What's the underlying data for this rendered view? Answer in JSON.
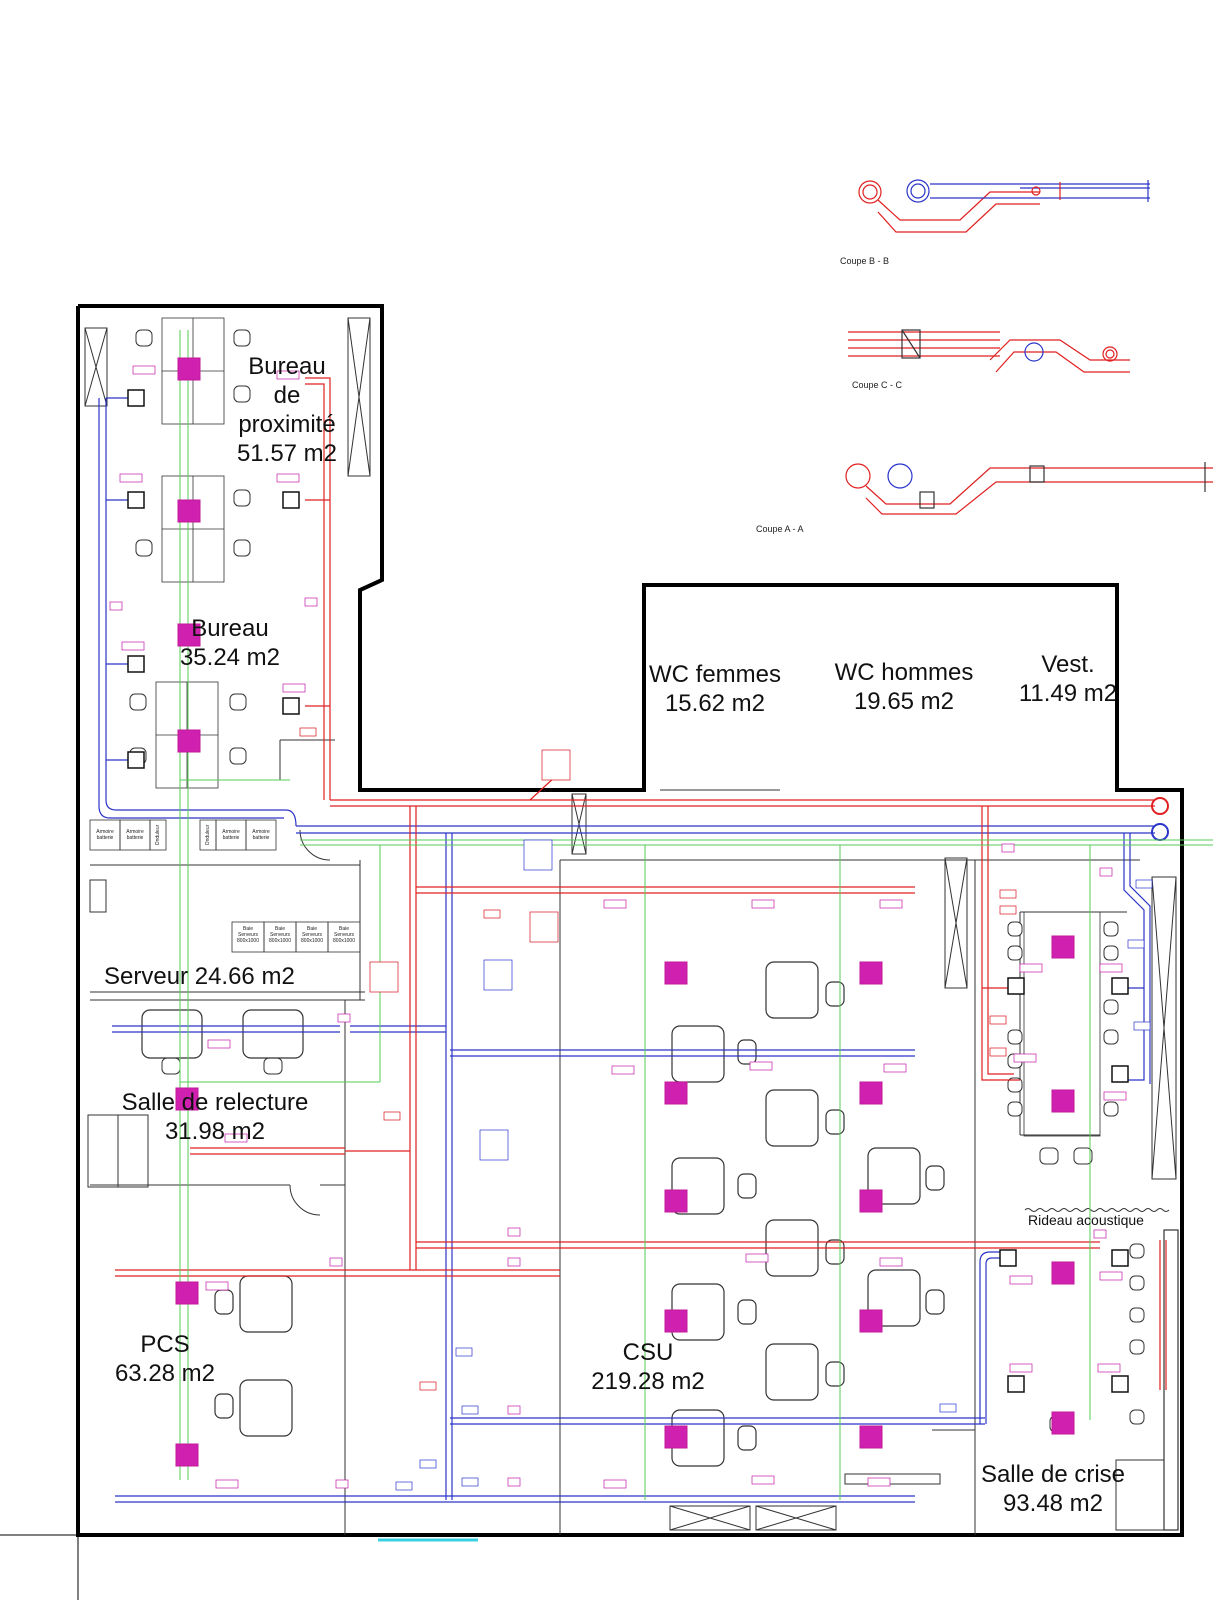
{
  "colors": {
    "wall": "#000000",
    "supply_duct": "#2b35c8",
    "return_duct": "#e02020",
    "network": "#55cc55",
    "diffuser": "#d020b0",
    "furniture": "#333333"
  },
  "sections": {
    "bb": "Coupe B - B",
    "cc": "Coupe C - C",
    "aa": "Coupe A - A"
  },
  "rooms": {
    "bureau_proximite": {
      "name": "Bureau\nde\nproximité",
      "area": "51.57 m2"
    },
    "bureau": {
      "name": "Bureau",
      "area": "35.24 m2"
    },
    "wc_femmes": {
      "name": "WC femmes",
      "area": "15.62 m2"
    },
    "wc_hommes": {
      "name": "WC hommes",
      "area": "19.65 m2"
    },
    "vest": {
      "name": "Vest.",
      "area": "11.49 m2"
    },
    "serveur": {
      "name": "Serveur",
      "area": "24.66 m2"
    },
    "salle_relecture": {
      "name": "Salle de relecture",
      "area": "31.98 m2"
    },
    "pcs": {
      "name": "PCS",
      "area": "63.28 m2"
    },
    "csu": {
      "name": "CSU",
      "area": "219.28 m2"
    },
    "salle_crise": {
      "name": "Salle de crise",
      "area": "93.48 m2"
    }
  },
  "annotations": {
    "rideau": "Rideau acoustique",
    "armoire_batterie": "Armoire batterie",
    "onduleur": "Onduleur",
    "baies": [
      "Baie Serveurs 800x1000",
      "Baie Serveurs 800x1000",
      "Baie Serveurs 800x1000",
      "Baie Serveurs 800x1000"
    ]
  }
}
